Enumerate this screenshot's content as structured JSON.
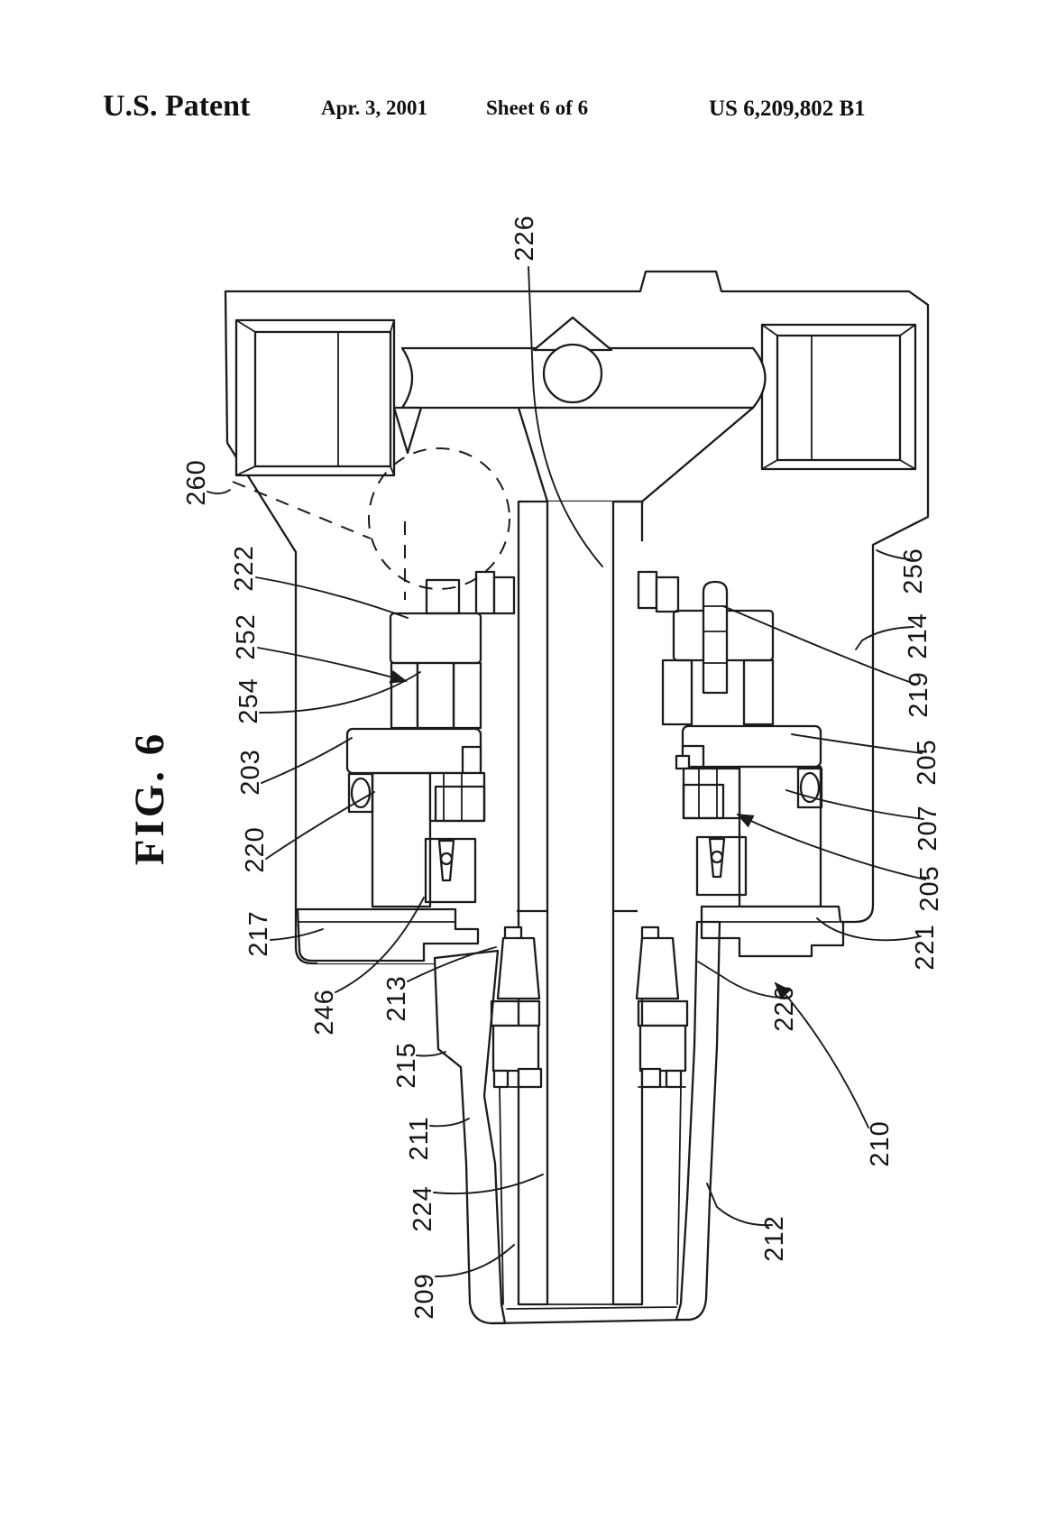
{
  "page": {
    "background": "#ffffff",
    "ink": "#1b1b1b"
  },
  "header": {
    "title": "U.S. Patent",
    "date": "Apr. 3, 2001",
    "sheet": "Sheet 6 of 6",
    "patent_number": "US 6,209,802 B1"
  },
  "figure": {
    "caption": "FIG. 6",
    "type": "patent-cross-section-drawing",
    "reference_labels": [
      {
        "id": "226-top",
        "text": "226"
      },
      {
        "id": "260",
        "text": "260"
      },
      {
        "id": "222",
        "text": "222"
      },
      {
        "id": "252",
        "text": "252"
      },
      {
        "id": "254",
        "text": "254"
      },
      {
        "id": "203",
        "text": "203"
      },
      {
        "id": "220",
        "text": "220"
      },
      {
        "id": "217",
        "text": "217"
      },
      {
        "id": "246",
        "text": "246"
      },
      {
        "id": "213",
        "text": "213"
      },
      {
        "id": "215",
        "text": "215"
      },
      {
        "id": "211",
        "text": "211"
      },
      {
        "id": "224",
        "text": "224"
      },
      {
        "id": "209",
        "text": "209"
      },
      {
        "id": "256",
        "text": "256"
      },
      {
        "id": "214",
        "text": "214"
      },
      {
        "id": "219",
        "text": "219"
      },
      {
        "id": "205-upper",
        "text": "205"
      },
      {
        "id": "207",
        "text": "207"
      },
      {
        "id": "205-lower",
        "text": "205"
      },
      {
        "id": "221",
        "text": "221"
      },
      {
        "id": "226-lower",
        "text": "226"
      },
      {
        "id": "210",
        "text": "210"
      },
      {
        "id": "212",
        "text": "212"
      }
    ]
  }
}
